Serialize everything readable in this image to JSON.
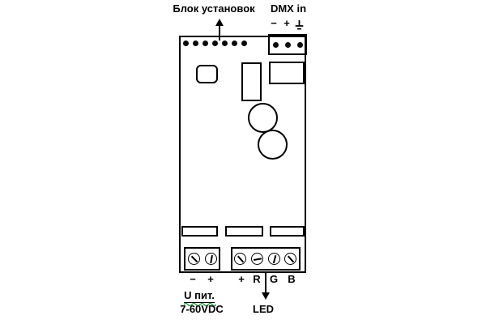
{
  "diagram": {
    "title_settings": "Блок установок",
    "title_dmx": "DMX in",
    "dmx_pins": {
      "minus": "−",
      "plus": "+",
      "ground_icon": "earth-ground"
    },
    "power_pins": {
      "minus": "−",
      "plus": "+"
    },
    "led_pins": {
      "plus": "+",
      "r": "R",
      "g": "G",
      "b": "B"
    },
    "captions": {
      "power_supply": "U пит.",
      "voltage_range": "7-60VDC",
      "led_output": "LED"
    },
    "counts": {
      "dip_pins": 7,
      "dmx_connector_pins": 3,
      "power_terminals": 2,
      "led_terminals": 4
    },
    "colors": {
      "line": "#000000",
      "background": "#ffffff",
      "grammar_squiggle": "#2f9e4b"
    }
  }
}
